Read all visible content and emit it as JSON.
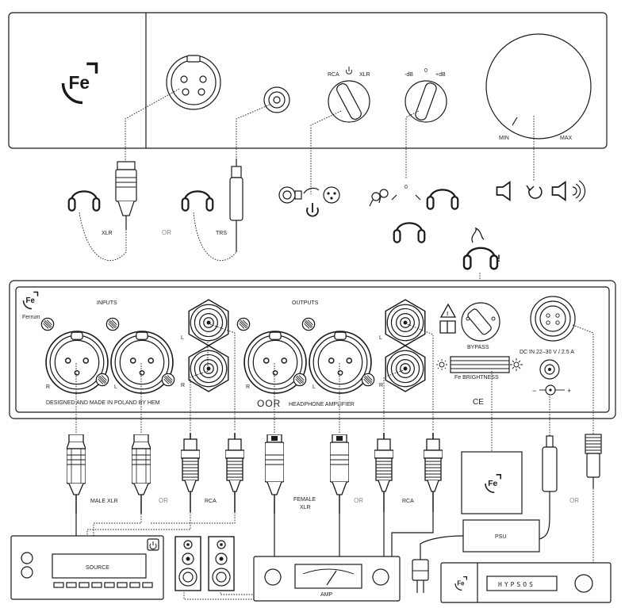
{
  "front_panel": {
    "selector_left": "RCA",
    "selector_right": "XLR",
    "gain_left": "-dB",
    "gain_mid": "0",
    "gain_right": "+dB",
    "volume_min": "MIN",
    "volume_max": "MAX"
  },
  "headphone_options": {
    "xlr_label": "XLR",
    "or_label": "OR",
    "trs_label": "TRS",
    "gain_mark": "0"
  },
  "warning": {
    "symbol": "!"
  },
  "rear_panel": {
    "brand_name": "Ferrum",
    "inputs_label": "INPUTS",
    "outputs_label": "OUTPUTS",
    "in_xlr_r": "R",
    "in_xlr_l": "L",
    "rca_in_l": "L",
    "rca_in_r": "R",
    "out_xlr_r": "R",
    "out_xlr_l": "L",
    "rca_out_l": "L",
    "rca_out_r": "R",
    "bypass_label": "BYPASS",
    "brightness_label": "Fe BRIGHTNESS",
    "dc_label": "DC IN 22–30 V / 2.5 A",
    "polarity_minus": "−",
    "polarity_plus": "+",
    "ce_mark": "CE",
    "origin_label": "DESIGNED AND MADE IN POLAND BY HEM",
    "model_logo": "OOR",
    "model_label": "HEADPHONE AMPLIFIER"
  },
  "cables": {
    "male_xlr": "MALE XLR",
    "or_1": "OR",
    "rca_1": "RCA",
    "female_xlr_1": "FEMALE",
    "female_xlr_2": "XLR",
    "or_2": "OR",
    "rca_2": "RCA",
    "or_3": "OR"
  },
  "devices": {
    "source": "SOURCE",
    "amp": "AMP",
    "psu": "PSU",
    "hypsos": "HYPSOS"
  },
  "icons": [
    "ferrum-logo-icon",
    "xlr-socket-icon",
    "trs-socket-icon",
    "selector-knob-icon",
    "gain-knob-icon",
    "volume-knob-icon",
    "headphones-icon",
    "xlr-plug-icon",
    "trs-plug-icon",
    "speaker-quiet-icon",
    "rotate-icon",
    "speaker-loud-icon",
    "rca-jack-icon",
    "power-icon",
    "earbuds-icon",
    "warning-icon",
    "manual-icon",
    "brightness-icon",
    "power-jack-icon",
    "rca-plug-icon",
    "mains-plug-icon",
    "speaker-cabinet-icon",
    "vu-meter-icon"
  ]
}
